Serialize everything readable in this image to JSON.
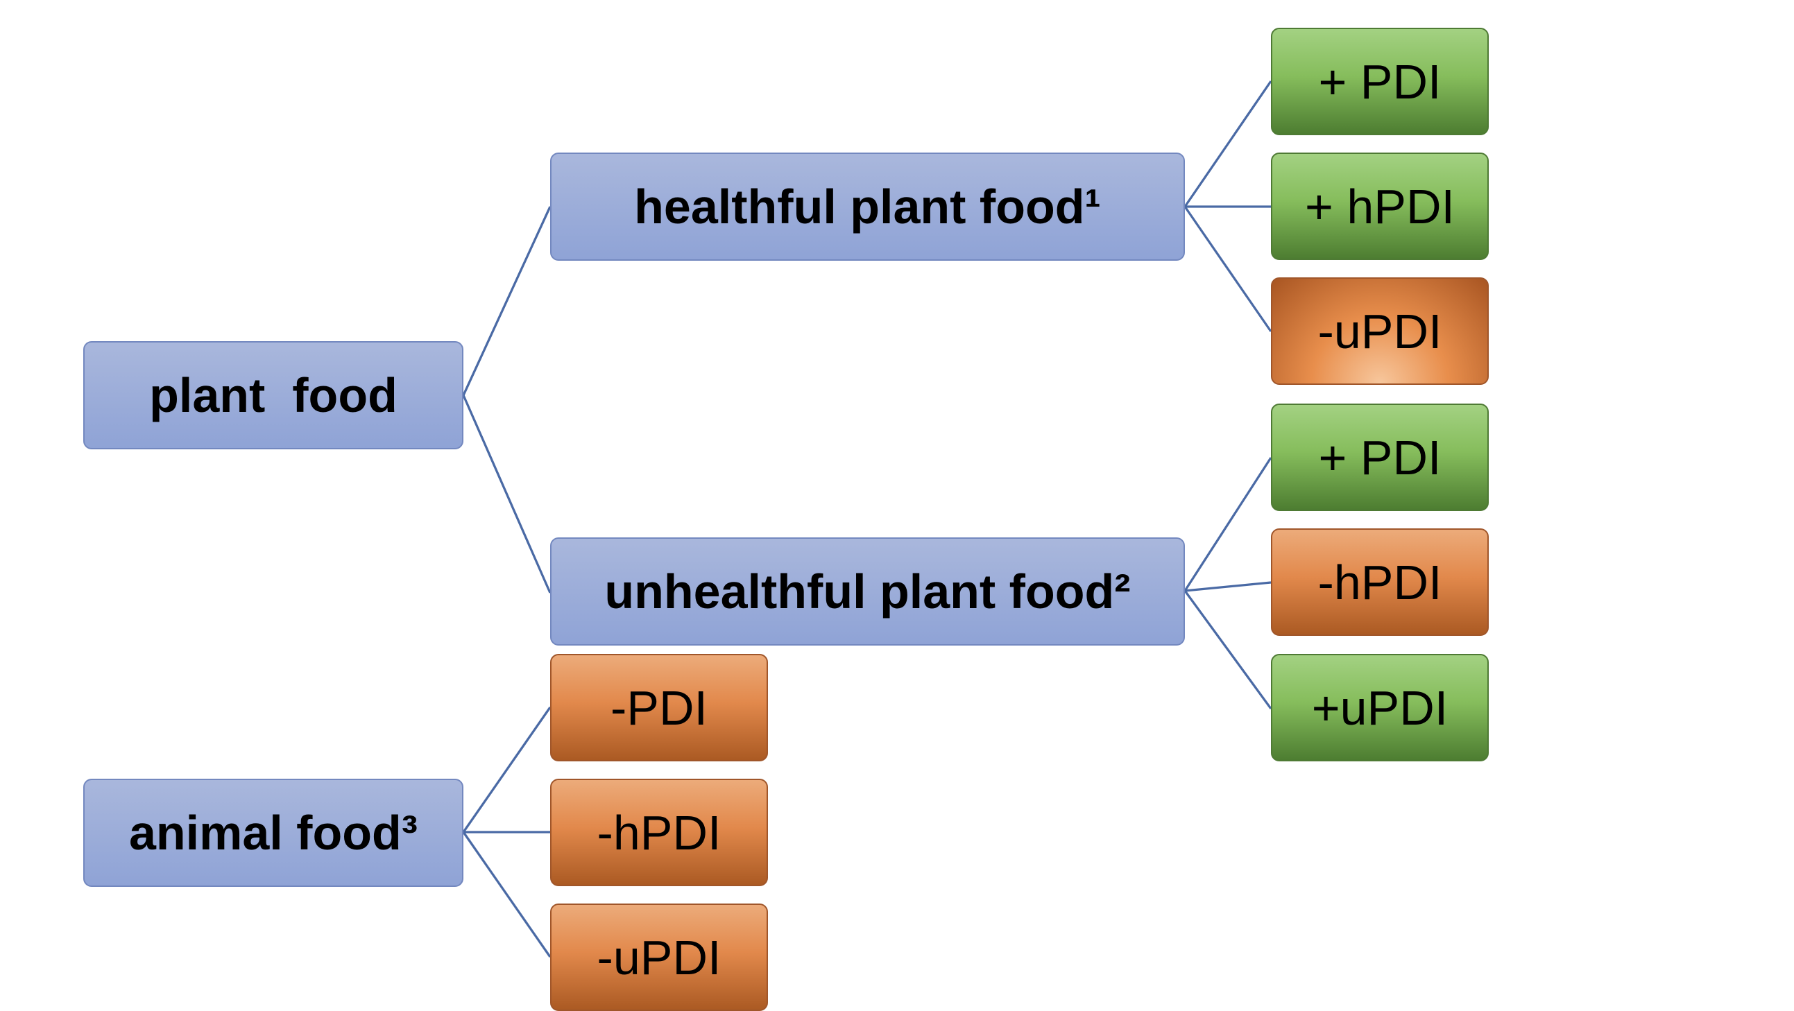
{
  "nodes": {
    "plant_food": "plant  food",
    "healthful_plant_food": "healthful plant food¹",
    "unhealthful_plant_food": "unhealthful plant food²",
    "animal_food": "animal food³",
    "hpf_pdi": "+ PDI",
    "hpf_hpdi": "+ hPDI",
    "hpf_updi": "-uPDI",
    "upf_pdi": "+ PDI",
    "upf_hpdi": "-hPDI",
    "upf_updi": "+uPDI",
    "af_pdi": "-PDI",
    "af_hpdi": "-hPDI",
    "af_updi": "-uPDI"
  },
  "colors": {
    "category_box": "#8fa3d6",
    "positive_box": "#86bd5c",
    "negative_box": "#e2894c",
    "connector": "#4a6aa5"
  }
}
